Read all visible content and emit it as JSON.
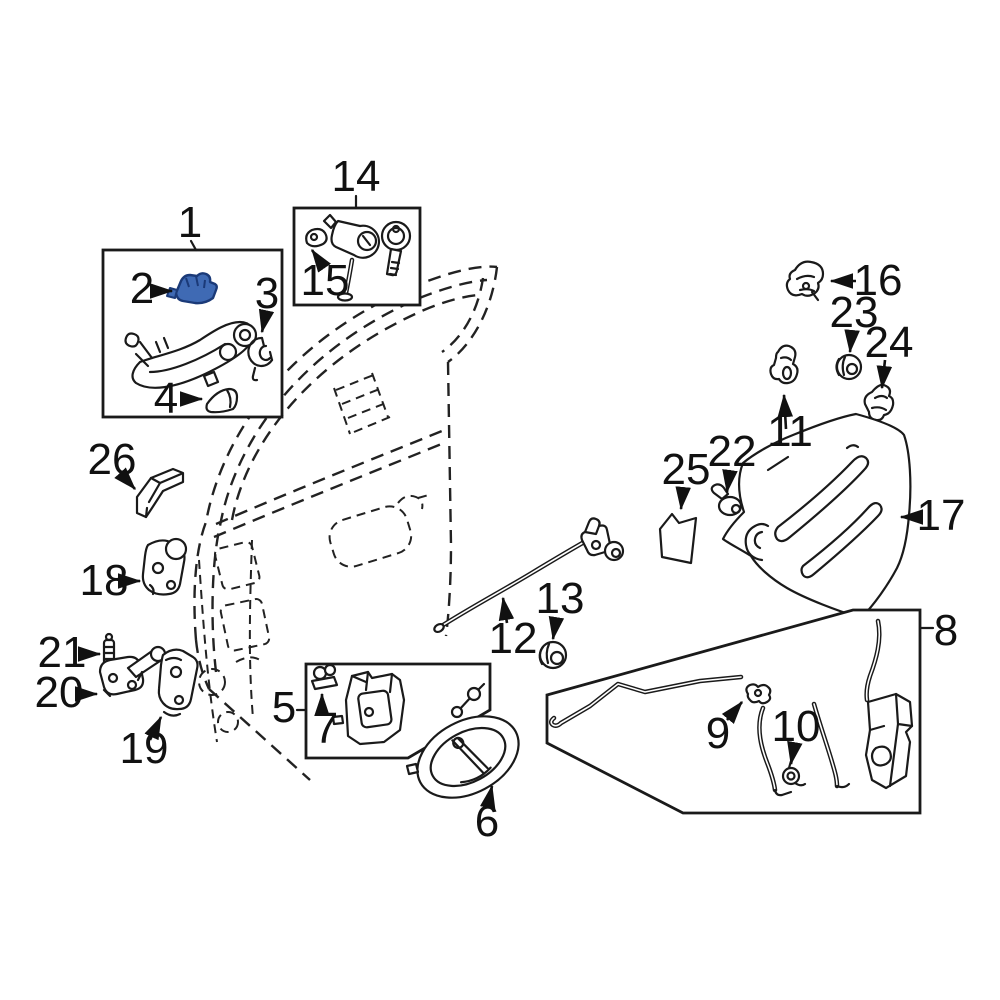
{
  "diagram": {
    "type": "exploded-parts-diagram",
    "subject": "front door lock and handle hardware",
    "colors": {
      "background": "#ffffff",
      "line": "#1a1a1a",
      "highlight_fill": "#3f6ab4",
      "highlight_stroke": "#1b3a78"
    },
    "callouts": {
      "c1": "1",
      "c2": "2",
      "c3": "3",
      "c4": "4",
      "c5": "5",
      "c6": "6",
      "c7": "7",
      "c8": "8",
      "c9": "9",
      "c10": "10",
      "c11": "11",
      "c12": "12",
      "c13": "13",
      "c14": "14",
      "c15": "15",
      "c16": "16",
      "c17": "17",
      "c18": "18",
      "c19": "19",
      "c20": "20",
      "c21": "21",
      "c22": "22",
      "c23": "23",
      "c24": "24",
      "c25": "25",
      "c26": "26"
    }
  }
}
